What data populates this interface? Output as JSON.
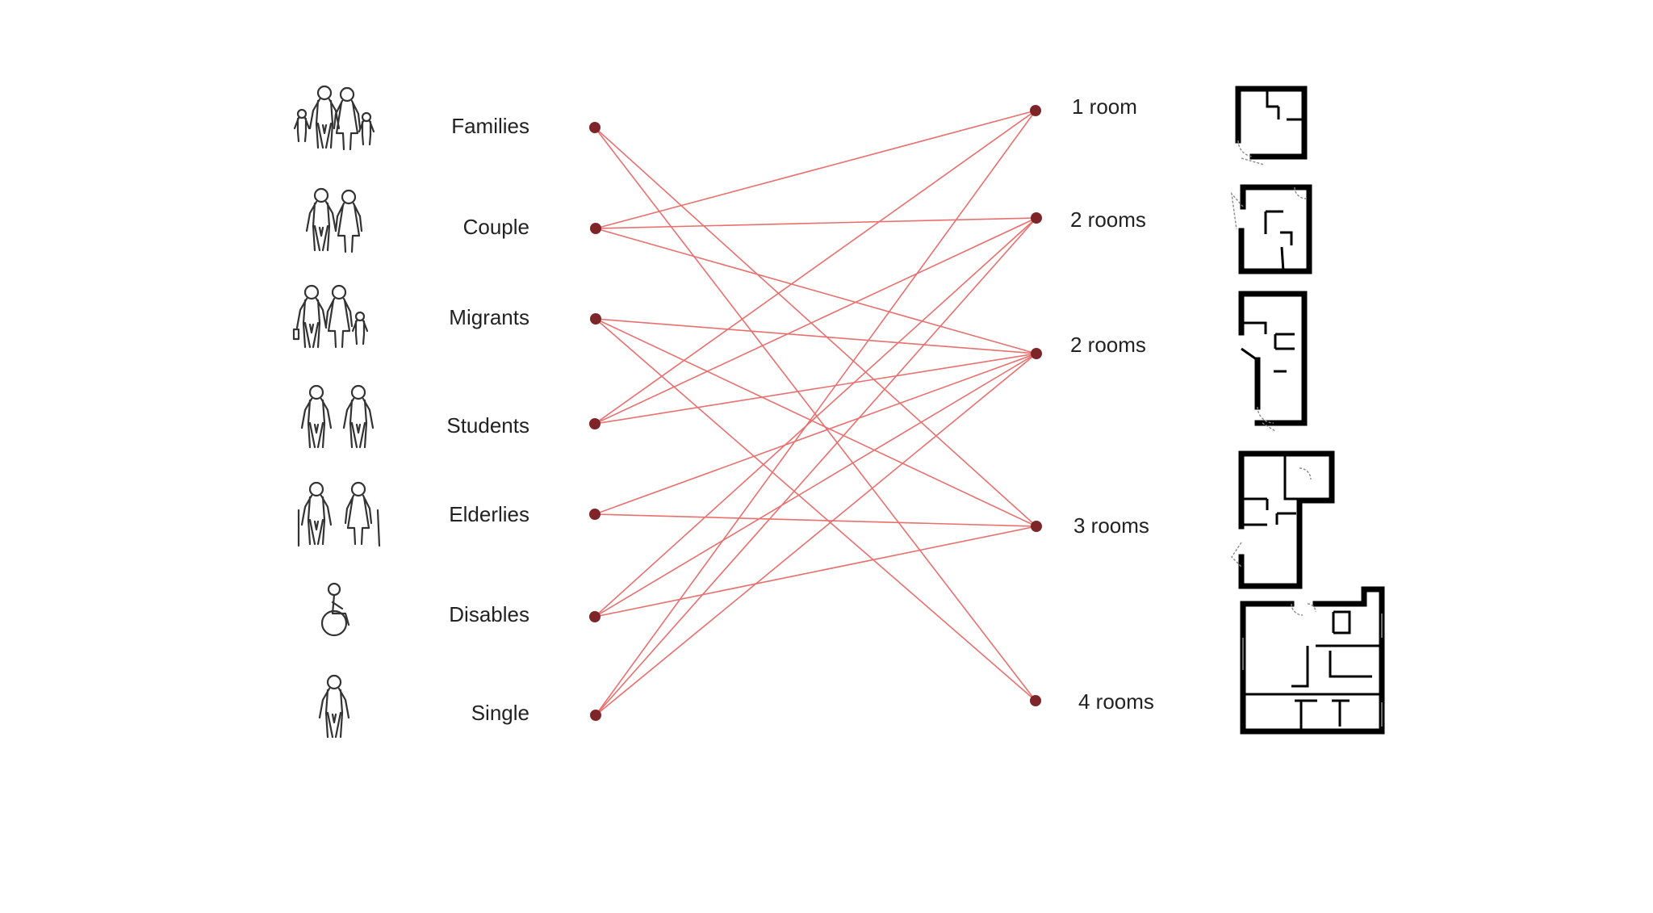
{
  "colors": {
    "connector": "#e8706f",
    "node": "#7d2529",
    "text": "#222222"
  },
  "groups": [
    {
      "id": "families",
      "label": "Families",
      "icon": "family-figures-icon"
    },
    {
      "id": "couple",
      "label": "Couple",
      "icon": "couple-figures-icon"
    },
    {
      "id": "migrants",
      "label": "Migrants",
      "icon": "migrant-family-figures-icon"
    },
    {
      "id": "students",
      "label": "Students",
      "icon": "student-figures-icon"
    },
    {
      "id": "elderlies",
      "label": "Elderlies",
      "icon": "elderly-figures-icon"
    },
    {
      "id": "disables",
      "label": "Disables",
      "icon": "wheelchair-figure-icon"
    },
    {
      "id": "single",
      "label": "Single",
      "icon": "single-figure-icon"
    }
  ],
  "units": [
    {
      "id": "r1",
      "label": "1 room",
      "plan": "floorplan-1-room-icon"
    },
    {
      "id": "r2a",
      "label": "2 rooms",
      "plan": "floorplan-2-rooms-a-icon"
    },
    {
      "id": "r2b",
      "label": "2 rooms",
      "plan": "floorplan-2-rooms-b-icon"
    },
    {
      "id": "r3",
      "label": "3 rooms",
      "plan": "floorplan-3-rooms-icon"
    },
    {
      "id": "r4",
      "label": "4 rooms",
      "plan": "floorplan-4-rooms-icon"
    }
  ],
  "links": [
    [
      "families",
      "r3"
    ],
    [
      "families",
      "r4"
    ],
    [
      "couple",
      "r1"
    ],
    [
      "couple",
      "r2a"
    ],
    [
      "couple",
      "r2b"
    ],
    [
      "migrants",
      "r2b"
    ],
    [
      "migrants",
      "r3"
    ],
    [
      "migrants",
      "r4"
    ],
    [
      "students",
      "r1"
    ],
    [
      "students",
      "r2a"
    ],
    [
      "students",
      "r2b"
    ],
    [
      "elderlies",
      "r2b"
    ],
    [
      "elderlies",
      "r3"
    ],
    [
      "disables",
      "r2a"
    ],
    [
      "disables",
      "r2b"
    ],
    [
      "disables",
      "r3"
    ],
    [
      "single",
      "r1"
    ],
    [
      "single",
      "r2a"
    ],
    [
      "single",
      "r2b"
    ]
  ]
}
